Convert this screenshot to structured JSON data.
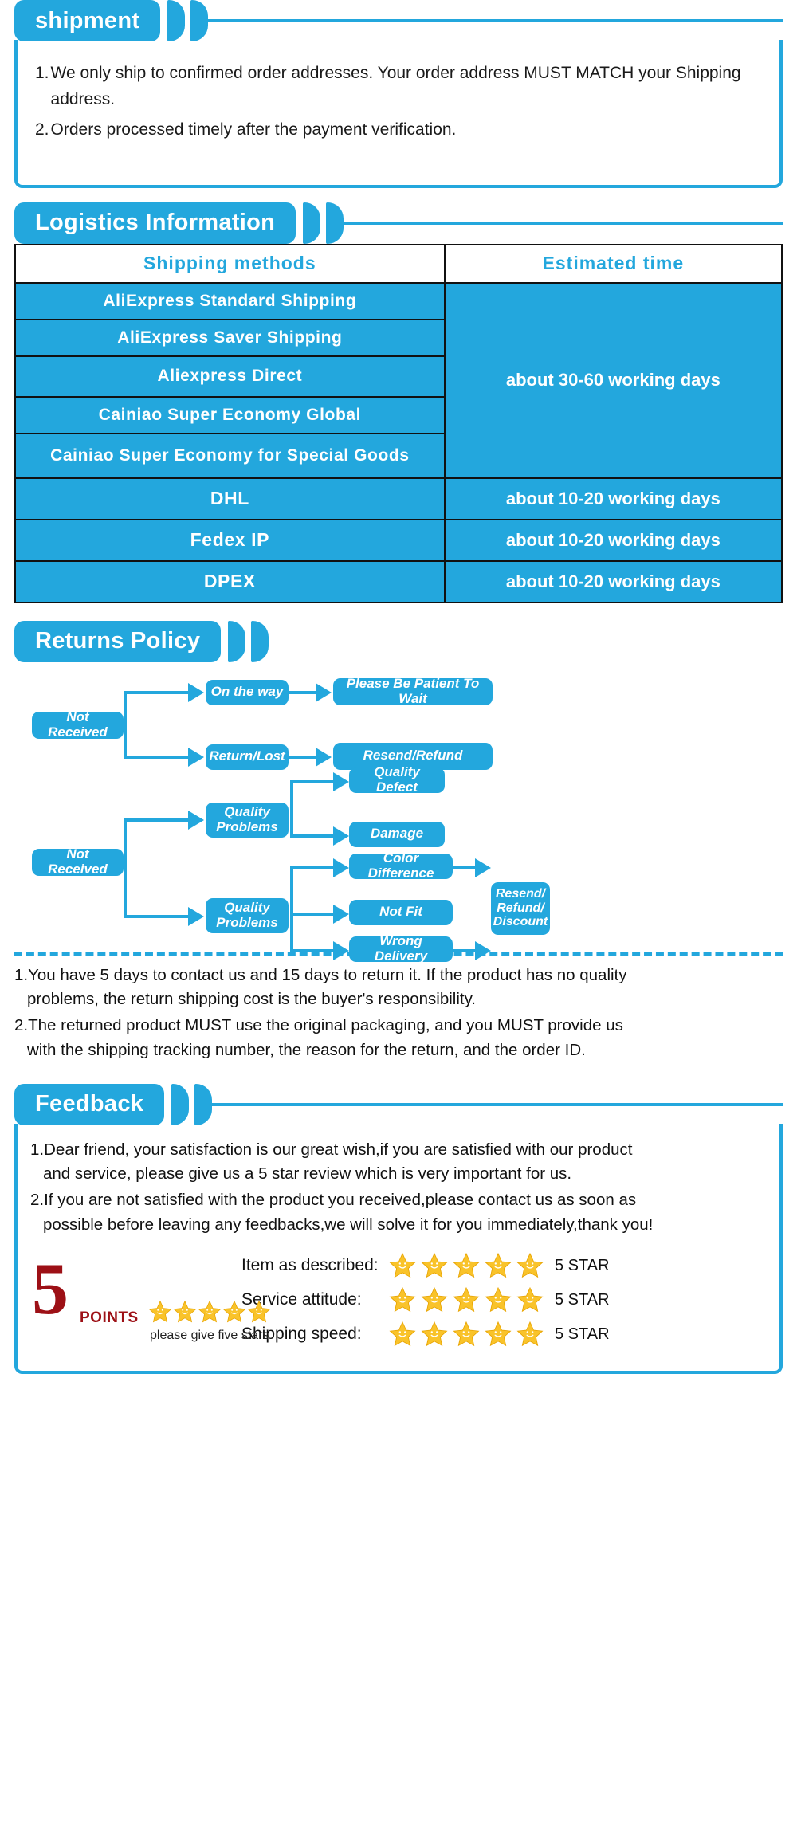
{
  "shipment": {
    "title": "shipment",
    "items": [
      {
        "num": "1.",
        "text": "We only ship to confirmed order addresses. Your order address MUST MATCH your Shipping address."
      },
      {
        "num": "2.",
        "text": "Orders processed timely after the payment verification."
      }
    ]
  },
  "logistics": {
    "title": "Logistics Information",
    "headers": [
      "Shipping  methods",
      "Estimated  time"
    ],
    "rows": [
      {
        "method": "AliExpress  Standard  Shipping"
      },
      {
        "method": "AliExpress  Saver  Shipping"
      },
      {
        "method": "Aliexpress  Direct"
      },
      {
        "method": "Cainiao  Super  Economy  Global"
      },
      {
        "method": "Cainiao  Super  Economy  for Special  Goods"
      },
      {
        "method": "DHL"
      },
      {
        "method": "Fedex  IP"
      },
      {
        "method": "DPEX"
      }
    ],
    "times": [
      {
        "label": "about 30-60 working days",
        "span": 5
      },
      {
        "label": "about 10-20 working days",
        "span": 1
      },
      {
        "label": "about 10-20 working days",
        "span": 1
      },
      {
        "label": "about 10-20 working days",
        "span": 1
      }
    ]
  },
  "returns": {
    "title": "Returns Policy",
    "flow": {
      "not_received_1": "Not Received",
      "on_the_way": "On the way",
      "return_lost": "Return/Lost",
      "please_wait": "Please Be Patient To Wait",
      "resend_refund": "Resend/Refund",
      "not_received_2": "Not Received",
      "quality_problems_1": "Quality Problems",
      "quality_problems_2": "Quality Problems",
      "quality_defect": "Quality Defect",
      "damage": "Damage",
      "color_difference": "Color Difference",
      "not_fit": "Not Fit",
      "wrong_delivery": "Wrong Delivery",
      "resend_refund_discount": "Resend/ Refund/ Discount"
    },
    "notes": [
      {
        "num": "1.",
        "line1": "You have 5 days to contact us and 15 days to return it. If the product has no quality",
        "line2": "problems, the return shipping cost is the buyer's responsibility."
      },
      {
        "num": "2.",
        "line1": "The returned product MUST use the original packaging, and you MUST provide us",
        "line2": "with the shipping tracking number, the reason for the return, and the order ID."
      }
    ]
  },
  "feedback": {
    "title": "Feedback",
    "notes": [
      {
        "num": "1.",
        "line1": "Dear friend, your satisfaction is our great wish,if you are satisfied with our product",
        "line2": "and service, please give us a 5 star review which is very important for us."
      },
      {
        "num": "2.",
        "line1": "If you are not satisfied with the product you received,please contact us as soon as",
        "line2": "possible before leaving any feedbacks,we will solve it for you immediately,thank you!"
      }
    ],
    "logo": {
      "digit": "5",
      "points": "POINTS",
      "caption": "please give five stars",
      "star_count": 5
    },
    "ratings": [
      {
        "label": "Item as described:",
        "stars": 5,
        "value": "5 STAR"
      },
      {
        "label": "Service attitude:",
        "stars": 5,
        "value": "5 STAR"
      },
      {
        "label": "Shipping speed:",
        "stars": 5,
        "value": "5 STAR"
      }
    ]
  },
  "colors": {
    "brand_blue": "#23a7dd",
    "deep_red": "#9d1016",
    "star_yellow": "#f9c32a"
  }
}
